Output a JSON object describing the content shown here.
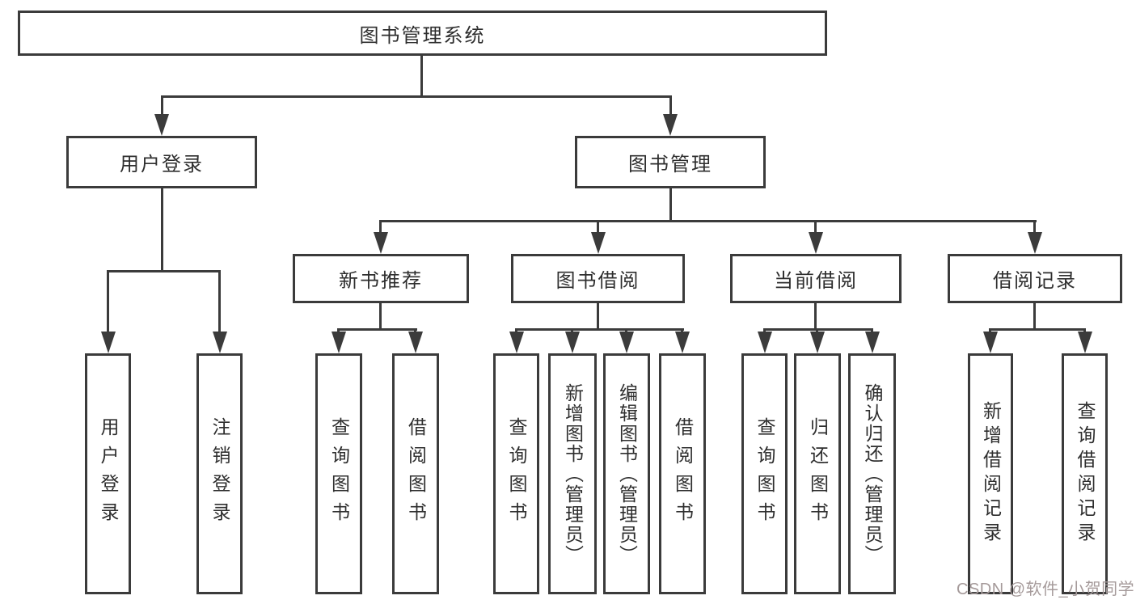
{
  "nodes": {
    "root": {
      "label": "图书管理系统"
    },
    "user_login": {
      "label": "用户登录",
      "children": [
        "用户登录",
        "注销登录"
      ]
    },
    "book_mgmt": {
      "label": "图书管理"
    },
    "new_book": {
      "label": "新书推荐",
      "children": [
        "查询图书",
        "借阅图书"
      ]
    },
    "book_borrow": {
      "label": "图书借阅",
      "children": [
        "查询图书",
        "新增图书（管理员）",
        "编辑图书（管理员）",
        "借阅图书"
      ]
    },
    "current_borrow": {
      "label": "当前借阅",
      "children": [
        "查询图书",
        "归还图书",
        "确认归还（管理员）"
      ]
    },
    "borrow_record": {
      "label": "借阅记录",
      "children": [
        "新增借阅记录",
        "查询借阅记录"
      ]
    }
  },
  "colors": {
    "line": "#3b3b3b",
    "text": "#2e2e2e",
    "watermark": "#a59a9a"
  },
  "watermark": "CSDN @软件_小贺同学"
}
